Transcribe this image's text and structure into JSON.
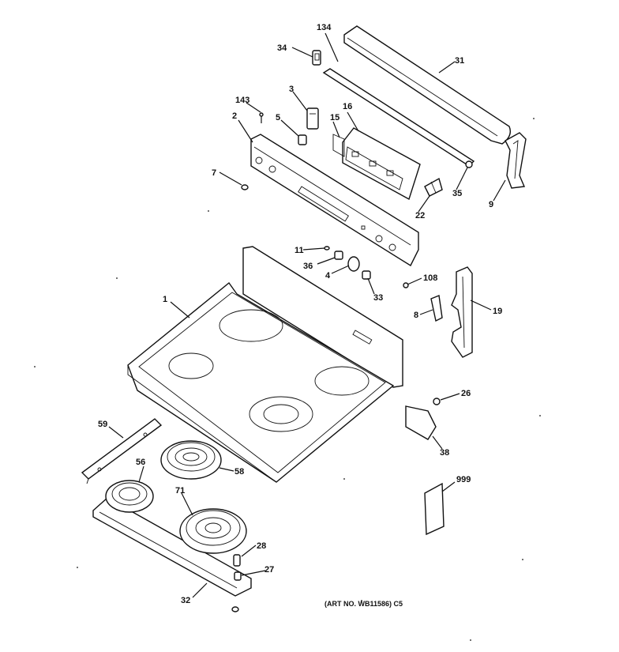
{
  "diagram": {
    "caption": "(ART NO. WB11586) C5",
    "labels": {
      "p1": "1",
      "p2": "2",
      "p3": "3",
      "p4": "4",
      "p5": "5",
      "p7": "7",
      "p8": "8",
      "p9": "9",
      "p11": "11",
      "p15": "15",
      "p16": "16",
      "p19": "19",
      "p22": "22",
      "p26": "26",
      "p27": "27",
      "p28": "28",
      "p31": "31",
      "p32": "32",
      "p33": "33",
      "p34": "34",
      "p35": "35",
      "p36": "36",
      "p38": "38",
      "p56": "56",
      "p58": "58",
      "p59": "59",
      "p71": "71",
      "p108": "108",
      "p134": "134",
      "p143": "143",
      "p999": "999"
    }
  }
}
